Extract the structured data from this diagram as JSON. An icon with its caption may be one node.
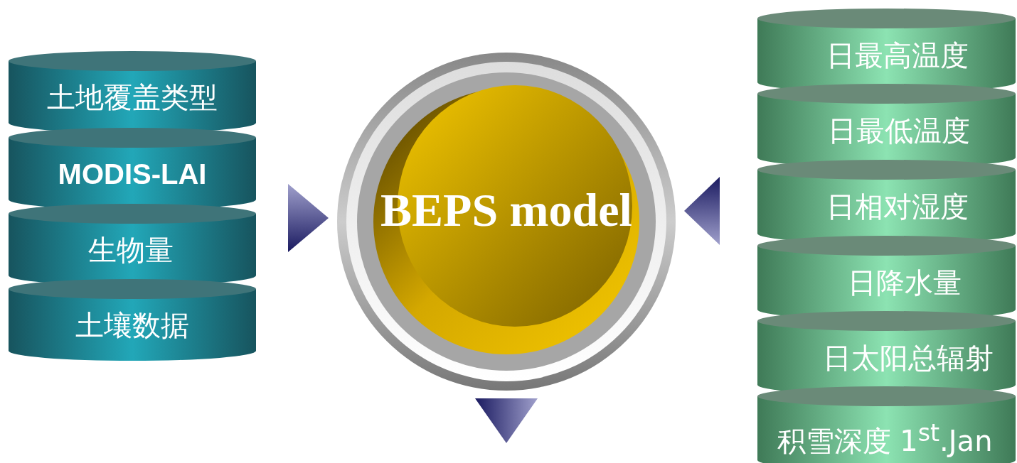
{
  "diagram": {
    "nodes": [
      {
        "text": [
          "土地覆盖类型"
        ]
      },
      {
        "text": [
          "MODIS-LAI"
        ]
      },
      {
        "text": [
          "生物量"
        ]
      },
      {
        "text": [
          "土壤数据"
        ]
      },
      {
        "text": [
          "BEPS model"
        ]
      },
      {
        "text": [
          "日最高温度"
        ]
      },
      {
        "text": [
          "日最低温度"
        ]
      },
      {
        "text": [
          "日相对湿度"
        ]
      },
      {
        "text": [
          "日降水量"
        ]
      },
      {
        "text": [
          "日太阳总辐射"
        ]
      },
      {
        "text": [
          "积雪深度 1$^{st}$.Jan"
        ]
      }
    ],
    "edges": [
      {
        "from": null,
        "to": 4,
        "arrow": "to"
      },
      {
        "from": null,
        "to": 4,
        "arrow": "to"
      },
      {
        "from": 4,
        "to": null,
        "arrow": "to"
      }
    ]
  }
}
